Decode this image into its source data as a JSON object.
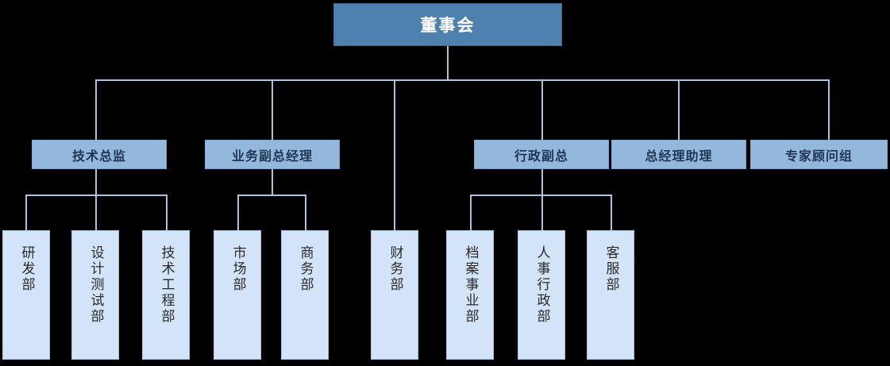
{
  "chart_data": {
    "type": "diagram",
    "subtype": "organization-chart",
    "title": "",
    "orientation": "top-down",
    "levels": 3,
    "colors": {
      "background": "#000000",
      "level1_fill": "#4E81AD",
      "level1_text": "#FFFFFF",
      "level2_fill": "#93B8DC",
      "level2_text": "#1F3553",
      "level3_fill": "#D3E3F8",
      "level3_text": "#2A2A2A",
      "connector": "#A8C4E0"
    },
    "nodes": [
      {
        "id": "n0",
        "label": "董事会",
        "level": 1,
        "parent": null
      },
      {
        "id": "n1",
        "label": "技术总监",
        "level": 2,
        "parent": "n0"
      },
      {
        "id": "n2",
        "label": "业务副总经理",
        "level": 2,
        "parent": "n0"
      },
      {
        "id": "n3",
        "label": "行政副总",
        "level": 2,
        "parent": "n0"
      },
      {
        "id": "n4",
        "label": "总经理助理",
        "level": 2,
        "parent": "n0"
      },
      {
        "id": "n5",
        "label": "专家顾问组",
        "level": 2,
        "parent": "n0"
      },
      {
        "id": "n6",
        "label": "研发部",
        "level": 3,
        "parent": "n1"
      },
      {
        "id": "n7",
        "label": "设计测试部",
        "level": 3,
        "parent": "n1"
      },
      {
        "id": "n8",
        "label": "技术工程部",
        "level": 3,
        "parent": "n1"
      },
      {
        "id": "n9",
        "label": "市场部",
        "level": 3,
        "parent": "n2"
      },
      {
        "id": "n10",
        "label": "商务部",
        "level": 3,
        "parent": "n2"
      },
      {
        "id": "n11",
        "label": "财务部",
        "level": 3,
        "parent": "n0"
      },
      {
        "id": "n12",
        "label": "档案事业部",
        "level": 3,
        "parent": "n3"
      },
      {
        "id": "n13",
        "label": "人事行政部",
        "level": 3,
        "parent": "n3"
      },
      {
        "id": "n14",
        "label": "客服部",
        "level": 3,
        "parent": "n3"
      }
    ]
  },
  "root": {
    "label": "董事会"
  },
  "level2": {
    "tech_director": "技术总监",
    "business_vp": "业务副总经理",
    "admin_vp": "行政副总",
    "gm_assistant": "总经理助理",
    "expert_group": "专家顾问组"
  },
  "level3": {
    "rd": "研发部",
    "design_test": "设计测试部",
    "tech_engineering": "技术工程部",
    "marketing": "市场部",
    "business": "商务部",
    "finance": "财务部",
    "archives": "档案事业部",
    "hr_admin": "人事行政部",
    "customer_service": "客服部"
  }
}
